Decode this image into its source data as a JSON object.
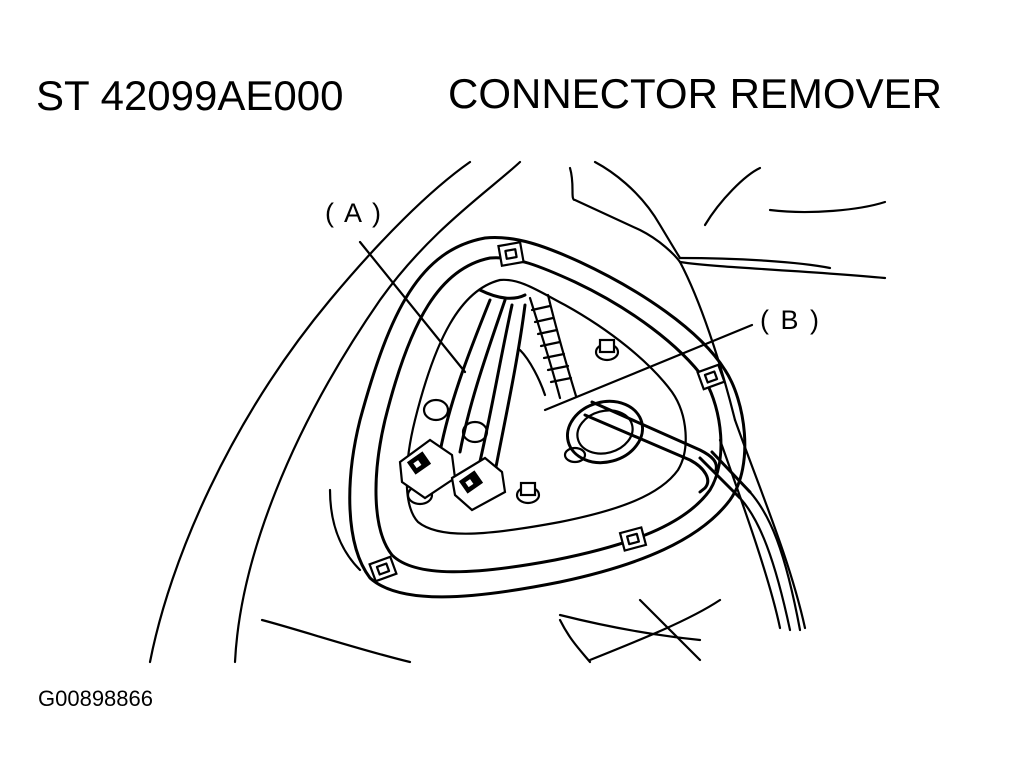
{
  "header": {
    "tool_number": "ST 42099AE000",
    "tool_name": "CONNECTOR REMOVER"
  },
  "callouts": {
    "a": "( A )",
    "b": "( B )"
  },
  "figure_id": "G00898866"
}
